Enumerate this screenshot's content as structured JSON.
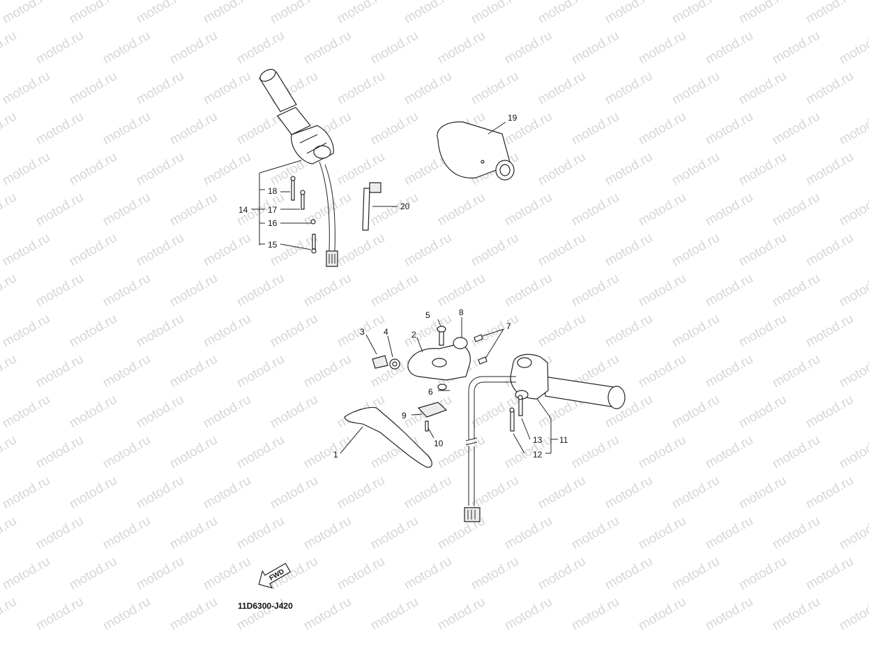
{
  "watermark": "motod.ru",
  "diagram_code": "11D6300-J420",
  "fwd_label": "FWD",
  "callouts": {
    "c1": "1",
    "c2": "2",
    "c3": "3",
    "c4": "4",
    "c5": "5",
    "c6": "6",
    "c7": "7",
    "c8": "8",
    "c9": "9",
    "c10": "10",
    "c11": "11",
    "c12": "12",
    "c13": "13",
    "c14": "14",
    "c15": "15",
    "c16": "16",
    "c17": "17",
    "c18": "18",
    "c19": "19",
    "c20": "20"
  }
}
